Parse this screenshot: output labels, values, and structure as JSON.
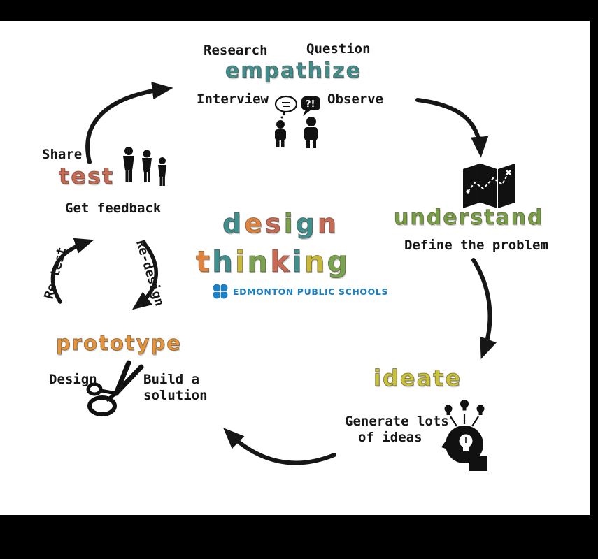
{
  "title_block": {
    "design_letters": [
      {
        "ch": "d",
        "color": "#3E8F8E"
      },
      {
        "ch": "e",
        "color": "#E0833C"
      },
      {
        "ch": "s",
        "color": "#C96A55"
      },
      {
        "ch": "i",
        "color": "#7AA34F"
      },
      {
        "ch": "g",
        "color": "#3E8F8E"
      },
      {
        "ch": "n",
        "color": "#C96A55"
      }
    ],
    "thinking_letters": [
      {
        "ch": "t",
        "color": "#E0833C"
      },
      {
        "ch": "h",
        "color": "#3E8F8E"
      },
      {
        "ch": "i",
        "color": "#C9B93B"
      },
      {
        "ch": "n",
        "color": "#7AA34F"
      },
      {
        "ch": "k",
        "color": "#C96A55"
      },
      {
        "ch": "i",
        "color": "#3E8F8E"
      },
      {
        "ch": "n",
        "color": "#C9B93B"
      },
      {
        "ch": "g",
        "color": "#7AA34F"
      }
    ],
    "organization": "EDMONTON PUBLIC SCHOOLS",
    "organization_color": "#1B7FC4"
  },
  "stages": {
    "empathize": {
      "label": "empathize",
      "color": "#3E8F8E",
      "keyword_top_left": "Research",
      "keyword_top_right": "Question",
      "keyword_bottom_left": "Interview",
      "keyword_bottom_right": "Observe"
    },
    "understand": {
      "label": "understand",
      "color": "#76A043",
      "caption": "Define the problem"
    },
    "ideate": {
      "label": "ideate",
      "color": "#C9C23B",
      "caption_line1": "Generate lots",
      "caption_line2": "of ideas"
    },
    "prototype": {
      "label": "prototype",
      "color": "#E8953A",
      "caption_left": "Design",
      "caption_right_line1": "Build a",
      "caption_right_line2": "solution"
    },
    "test": {
      "label": "test",
      "color": "#C96A55",
      "caption_top": "Share",
      "caption_bottom": "Get feedback"
    }
  },
  "loop_labels": {
    "retest": "Re-test",
    "redesign": "Re-design"
  },
  "icons": {
    "empathize_icon": "two-people-talking-icon",
    "understand_icon": "folded-map-icon",
    "ideate_icon": "head-with-lightbulb-icon",
    "prototype_icon": "scissors-icon",
    "test_icon": "three-people-icon",
    "logo_icon": "epsb-flower-icon"
  },
  "colors": {
    "frame": "#000000",
    "paper": "#ffffff",
    "arrows": "#161616"
  }
}
